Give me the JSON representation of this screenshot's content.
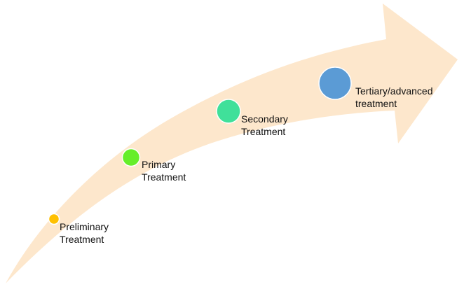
{
  "colors": {
    "arrow": "#FDE7CC",
    "preliminary": "#FFC000",
    "primary": "#66EE2A",
    "secondary": "#40E09A",
    "tertiary": "#5B9BD5"
  },
  "stages": [
    {
      "line1": "Preliminary",
      "line2": "Treatment"
    },
    {
      "line1": "Primary",
      "line2": "Treatment"
    },
    {
      "line1": "Secondary",
      "line2": "Treatment"
    },
    {
      "line1": "Tertiary/advanced",
      "line2": "treatment"
    }
  ]
}
